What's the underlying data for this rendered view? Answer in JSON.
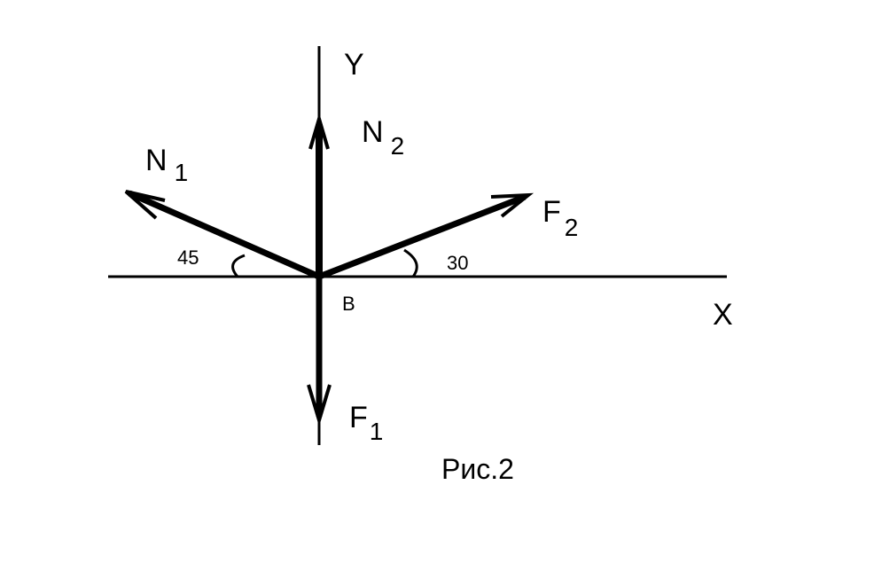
{
  "axes": {
    "x_label": "X",
    "y_label": "Y"
  },
  "point": {
    "label": "B"
  },
  "vectors": {
    "N1": {
      "base": "N",
      "sub": "1"
    },
    "N2": {
      "base": "N",
      "sub": "2"
    },
    "F1": {
      "base": "F",
      "sub": "1"
    },
    "F2": {
      "base": "F",
      "sub": "2"
    }
  },
  "angles": {
    "left": "45",
    "right": "30"
  },
  "caption": "Рис.2",
  "colors": {
    "ink": "#000000",
    "background": "#ffffff"
  }
}
